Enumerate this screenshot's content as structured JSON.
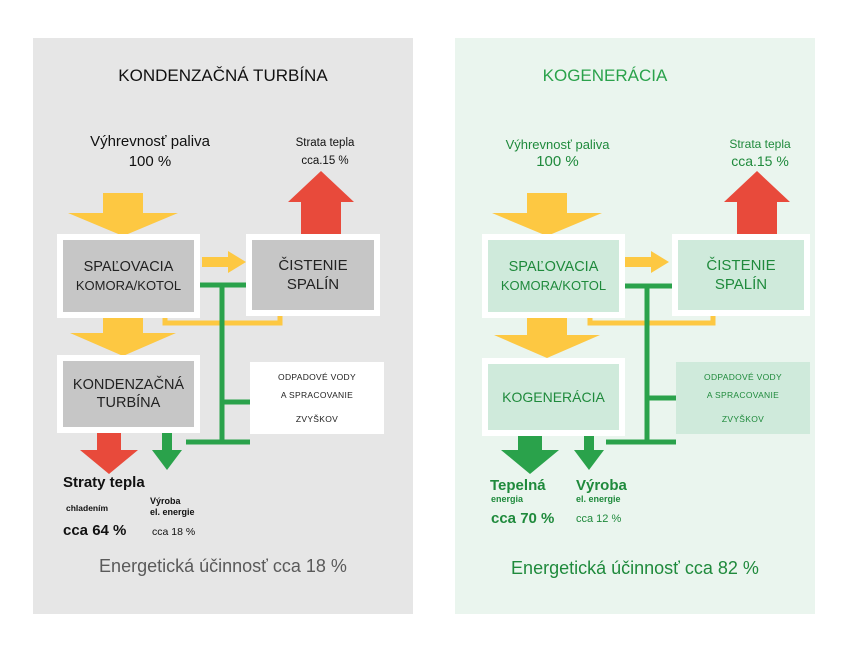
{
  "left": {
    "title": "KONDENZAČNÁ TURBÍNA",
    "input_label": "Výhrevnosť paliva",
    "input_value": "100 %",
    "loss_label": "Strata tepla",
    "loss_value": "cca.15 %",
    "box1_line1": "SPAĽOVACIA",
    "box1_line2": "KOMORA/KOTOL",
    "box2_line1": "ČISTENIE",
    "box2_line2": "SPALÍN",
    "box3_line1": "KONDENZAČNÁ",
    "box3_line2": "TURBÍNA",
    "box4_line1": "ODPADOVÉ VODY",
    "box4_line2": "A  SPRACOVANIE",
    "box4_line3": "ZVYŠKOV",
    "out1_title": "Straty tepla",
    "out1_sub": "chladením",
    "out1_value": "cca 64 %",
    "out2_title": "Výroba",
    "out2_sub": "el. energie",
    "out2_value": "cca 18 %",
    "efficiency": "Energetická účinnosť cca 18 %"
  },
  "right": {
    "title": "KOGENERÁCIA",
    "input_label": "Výhrevnosť paliva",
    "input_value": "100 %",
    "loss_label": "Strata tepla",
    "loss_value": "cca.15 %",
    "box1_line1": "SPAĽOVACIA",
    "box1_line2": "KOMORA/KOTOL",
    "box2_line1": "ČISTENIE",
    "box2_line2": "SPALÍN",
    "box3_line1": "KOGENERÁCIA",
    "box4_line1": "ODPADOVÉ VODY",
    "box4_line2": "A  SPRACOVANIE",
    "box4_line3": "ZVYŠKOV",
    "out1_title": "Tepelná",
    "out1_sub": "energia",
    "out1_value": "cca 70 %",
    "out2_title": "Výroba",
    "out2_sub": "el. energie",
    "out2_value": "cca 12 %",
    "efficiency": "Energetická účinnosť cca 82 %"
  },
  "colors": {
    "yellow": "#fdc842",
    "red": "#e84a3b",
    "green": "#2aa24b",
    "gray_box": "#c6c6c6",
    "light_green_box": "#cfeadb",
    "dark_green_text": "#1f8a3c",
    "dark_text": "#111111",
    "muted_text": "#5a5a5a"
  }
}
